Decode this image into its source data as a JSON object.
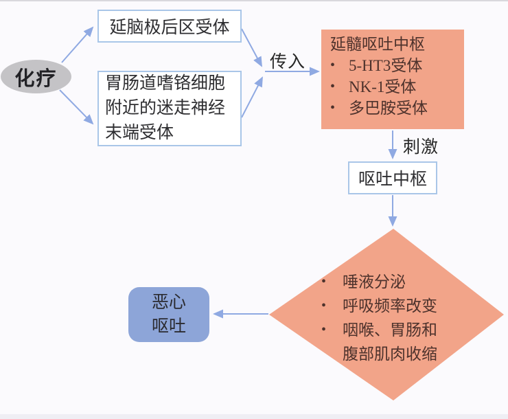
{
  "colors": {
    "background": "#fbfafd",
    "arrow_blue": "#8fa9e2",
    "box_border_blue": "#a9c6e8",
    "salmon_fill": "#f2a489",
    "gray_ellipse_fill": "#c4c3c6",
    "blue_node_fill": "#8da5d8",
    "text_dark": "#2e2e31",
    "text_on_salmon": "#4d322c"
  },
  "bullet_glyph": "•",
  "nodes": {
    "chemotherapy": {
      "label": "化疗"
    },
    "area_postrema": {
      "label": "延脑极后区受体"
    },
    "vagal_terminal": {
      "line1": "胃肠道嗜铬细胞",
      "line2": "附近的迷走神经",
      "line3": "末端受体"
    },
    "medullary_vomiting_center": {
      "title": "延髓呕吐中枢",
      "bullets": [
        "5-HT3受体",
        "NK-1受体",
        "多巴胺受体"
      ]
    },
    "vomiting_center": {
      "label": "呕吐中枢"
    },
    "effects_diamond": {
      "lines": [
        {
          "bullet": "•",
          "text": "唾液分泌"
        },
        {
          "bullet": "•",
          "text": "呼吸频率改变"
        },
        {
          "bullet": "•",
          "text": "咽喉、胃肠和"
        },
        {
          "bullet": "",
          "text": "腹部肌肉收缩"
        }
      ]
    },
    "nausea_vomiting": {
      "line1": "恶心",
      "line2": "呕吐"
    }
  },
  "edge_labels": {
    "afferent": "传入",
    "stimulate": "刺激"
  }
}
